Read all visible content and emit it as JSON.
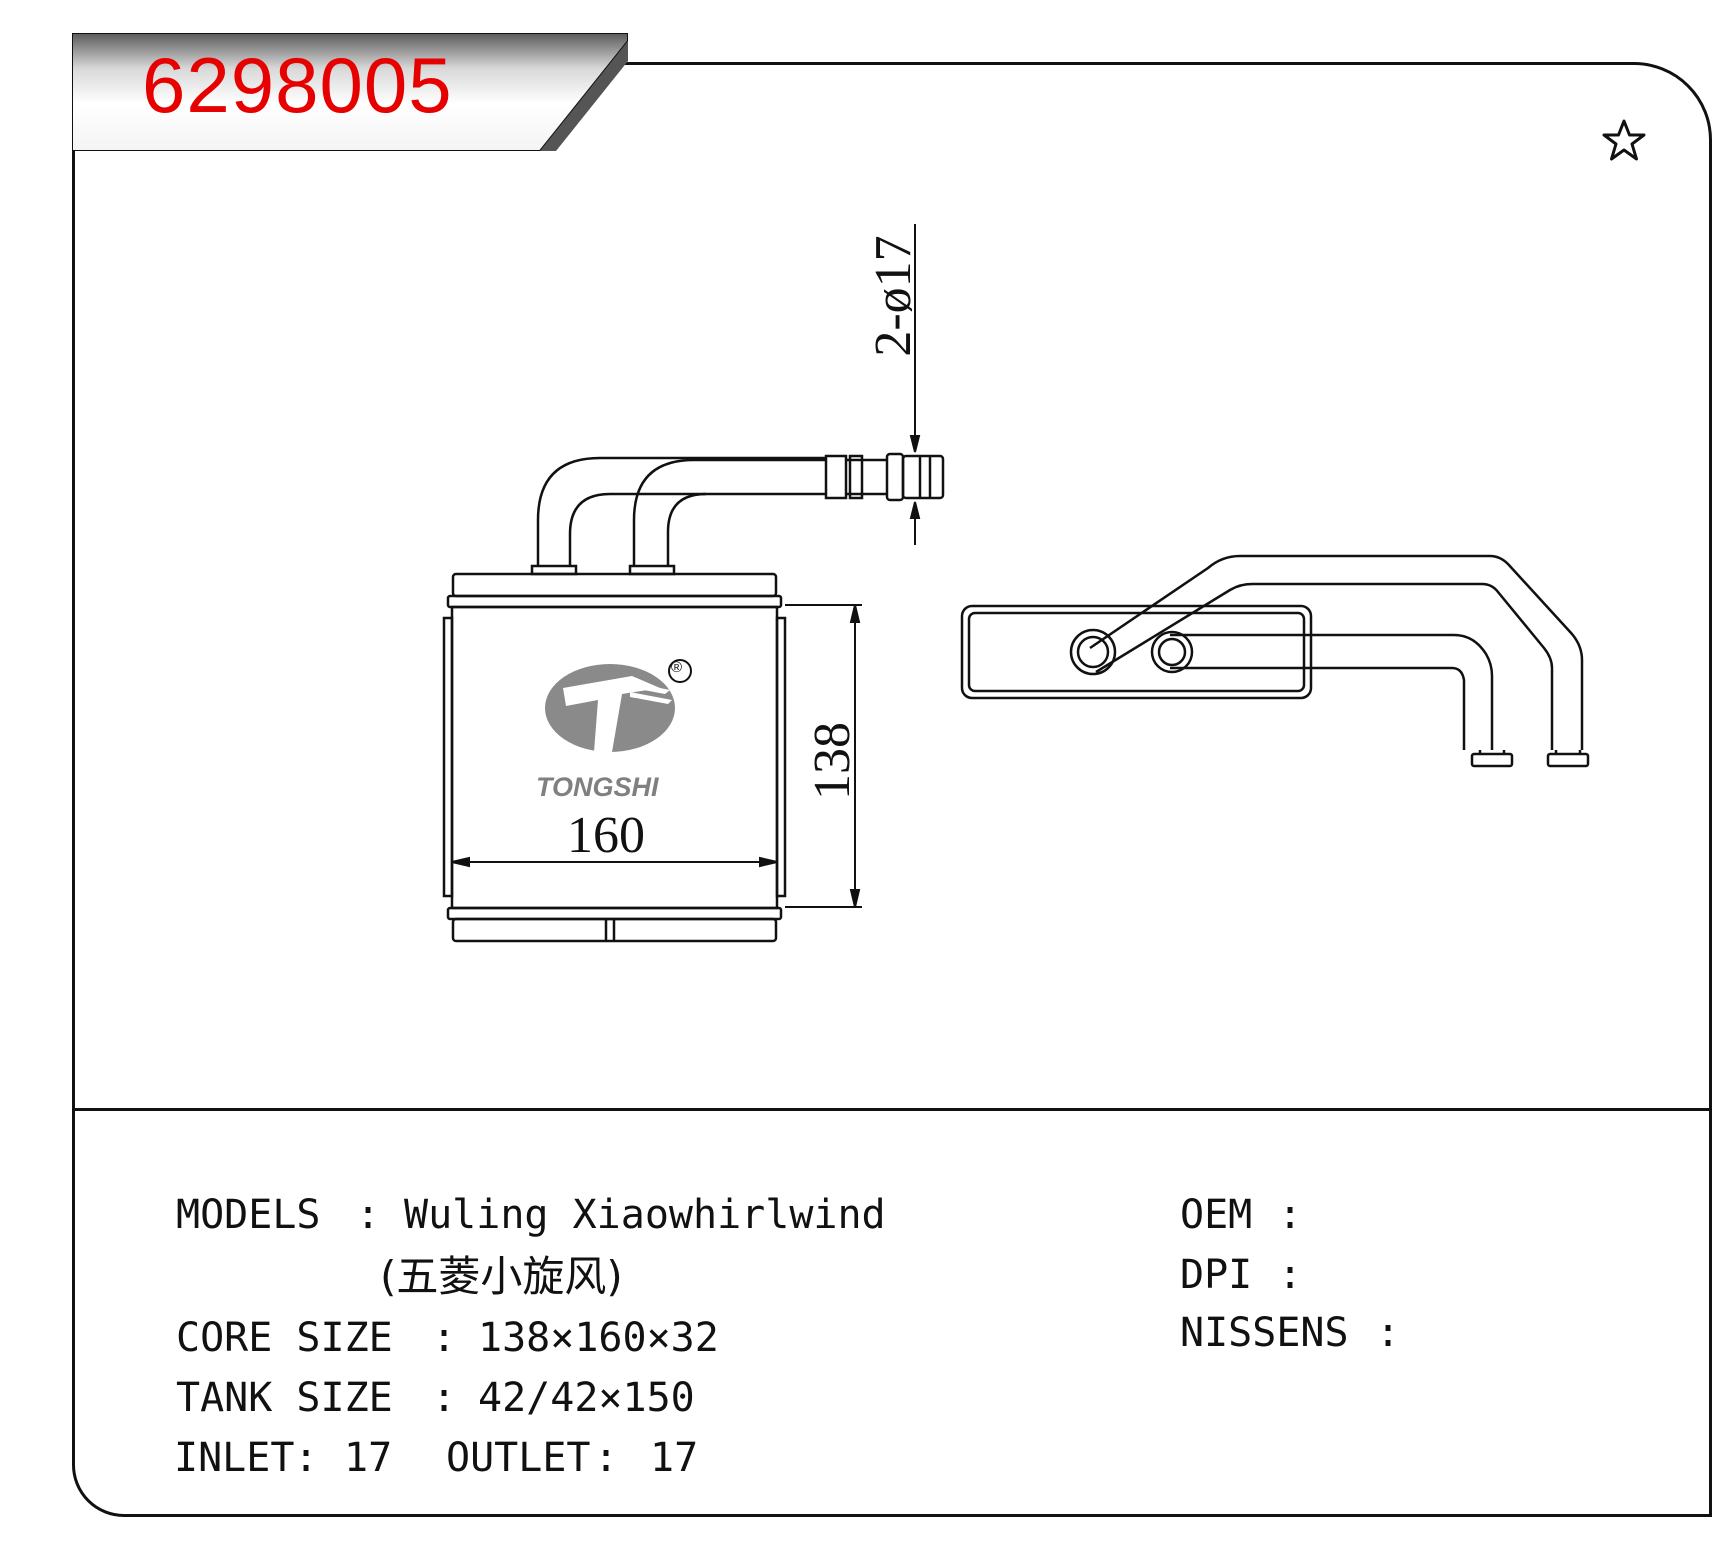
{
  "header": {
    "part_number": "6298005"
  },
  "drawing": {
    "pipe_callout": "2-ø17",
    "height_dim": "138",
    "width_dim": "160",
    "brand": "TONGSHI",
    "registered": "®"
  },
  "specs": {
    "models_label": "MODELS",
    "models_value": "Wuling Xiaowhirlwind",
    "models_cn": "(五菱小旋风)",
    "core_size_label": "CORE SIZE",
    "core_size_value": "138×160×32",
    "tank_size_label": "TANK SIZE",
    "tank_size_value": "42/42×150",
    "inlet_label": "INLET",
    "inlet_value": "17",
    "outlet_label": "OUTLET",
    "outlet_value": "17",
    "oem_label": "OEM",
    "oem_value": "",
    "dpi_label": "DPI",
    "dpi_value": "",
    "nissens_label": "NISSENS",
    "nissens_value": "",
    "sep": ":"
  },
  "colors": {
    "part_number": "#e60000",
    "line": "#111111",
    "logo": "#808080"
  },
  "icons": [
    "star-icon",
    "tongshi-logo"
  ]
}
